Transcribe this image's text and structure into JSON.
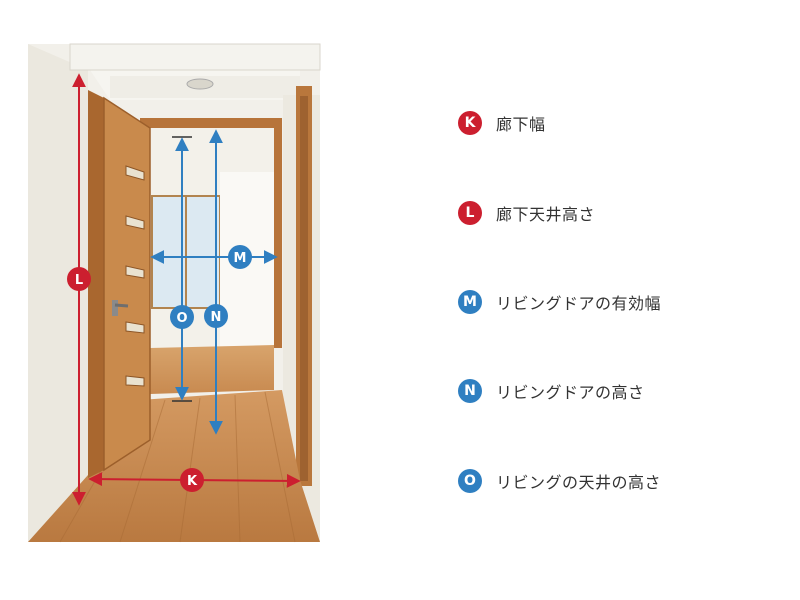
{
  "colors": {
    "red_accent": "#cc1f2f",
    "blue_accent": "#2f7fc1",
    "wood_door": "#c98a4c",
    "wood_floor": "#c9874e",
    "wall": "#f1efe8"
  },
  "legend": [
    {
      "letter": "K",
      "label": "廊下幅",
      "color": "red"
    },
    {
      "letter": "L",
      "label": "廊下天井高さ",
      "color": "red"
    },
    {
      "letter": "M",
      "label": "リビングドアの有効幅",
      "color": "blue"
    },
    {
      "letter": "N",
      "label": "リビングドアの高さ",
      "color": "blue"
    },
    {
      "letter": "O",
      "label": "リビングの天井の高さ",
      "color": "blue"
    }
  ],
  "markers": {
    "k": "K",
    "l": "L",
    "m": "M",
    "n": "N",
    "o": "O"
  }
}
